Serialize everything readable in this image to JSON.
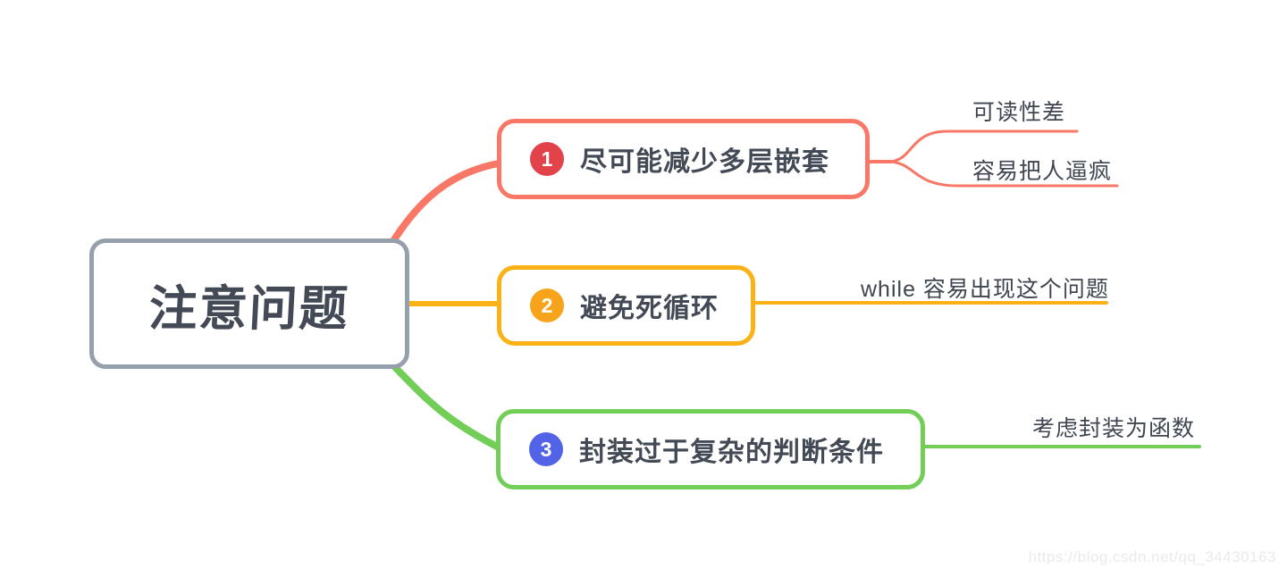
{
  "root": {
    "label": "注意问题"
  },
  "branches": [
    {
      "number": "1",
      "label": "尽可能减少多层嵌套",
      "color": "#F97766",
      "badge_color": "#E2434B",
      "children": [
        "可读性差",
        "容易把人逼疯"
      ]
    },
    {
      "number": "2",
      "label": "避免死循环",
      "color": "#FBB217",
      "badge_color": "#F7A41C",
      "children": [
        "while 容易出现这个问题"
      ]
    },
    {
      "number": "3",
      "label": "封装过于复杂的判断条件",
      "color": "#72CE57",
      "badge_color": "#5363E8",
      "children": [
        "考虑封装为函数"
      ]
    }
  ],
  "colors": {
    "root_border": "#96A0AC",
    "text_dark": "#434A55",
    "leaf_text": "#3F4650",
    "background": "#FFFFFF",
    "watermark": "#EAEAEA"
  },
  "watermark": "https://blog.csdn.net/qq_34430163"
}
